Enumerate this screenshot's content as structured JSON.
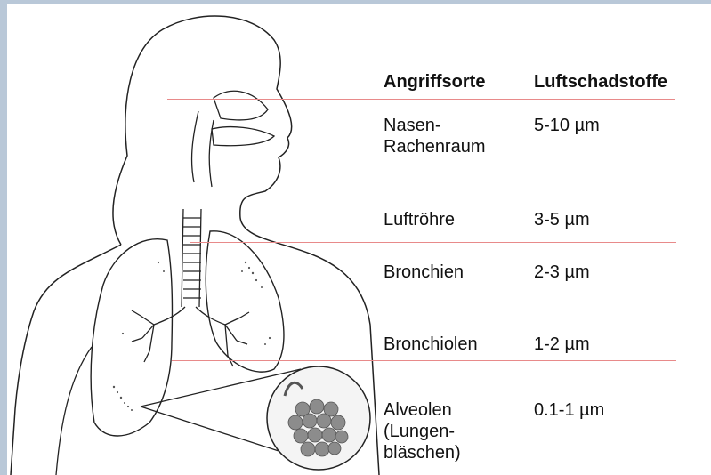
{
  "headers": {
    "sites": "Angriffsorte",
    "pollutants": "Luftschadstoffe"
  },
  "rows": [
    {
      "site": "Nasen-\nRachenraum",
      "size": "5-10 µm"
    },
    {
      "site": "Luftröhre",
      "size": "3-5 µm"
    },
    {
      "site": "Bronchien",
      "size": "2-3 µm"
    },
    {
      "site": "Bronchiolen",
      "size": "1-2 µm"
    },
    {
      "site": "Alveolen\n(Lungen-\nbläschen)",
      "size": "0.1-1 µm"
    }
  ],
  "colors": {
    "frame": "#b9c8d8",
    "divider": "#e88a8a",
    "line": "#222222",
    "alveoli": "#888888"
  }
}
